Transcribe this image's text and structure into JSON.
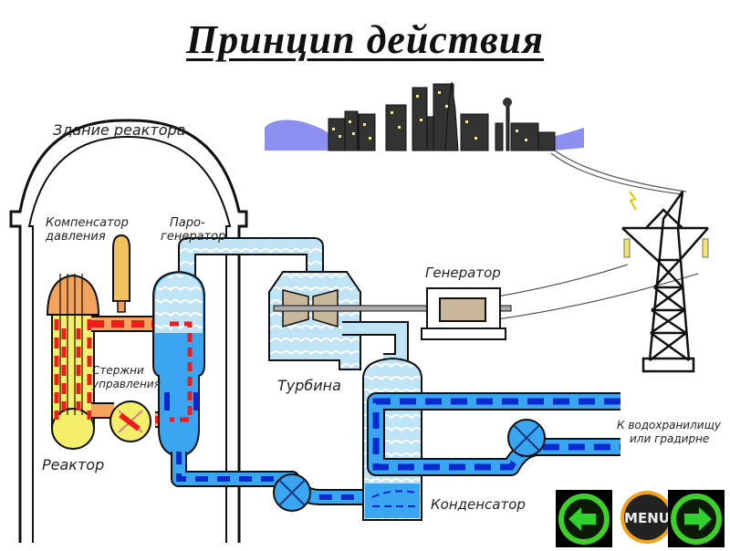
{
  "page": {
    "title": "Принцип действия"
  },
  "diagram": {
    "labels": {
      "reactor_building": "Здание реактора",
      "pressurizer_line1": "Компенсатор",
      "pressurizer_line2": "давления",
      "steam_generator_line1": "Паро-",
      "steam_generator_line2": "генератор",
      "control_rods_line1": "Стержни",
      "control_rods_line2": "управления",
      "reactor": "Реактор",
      "turbine": "Турбина",
      "generator": "Генератор",
      "condenser": "Конденсатор",
      "reservoir_line1": "К водохранилищу",
      "reservoir_line2": "или градирне"
    },
    "colors": {
      "hot_loop": "#ee1c1c",
      "hot_loop_alt": "#f7a35c",
      "reactor_core": "#f5ee6a",
      "steam": "#bfe4f5",
      "water": "#3aa5f0",
      "cooling_dash": "#0a2ad0",
      "turbine_blade": "#c8b79a",
      "city_sky": "#8d8ff0"
    }
  },
  "navigation": {
    "prev_icon": "arrow-left-icon",
    "menu_label": "MENU",
    "next_icon": "arrow-right-icon"
  }
}
